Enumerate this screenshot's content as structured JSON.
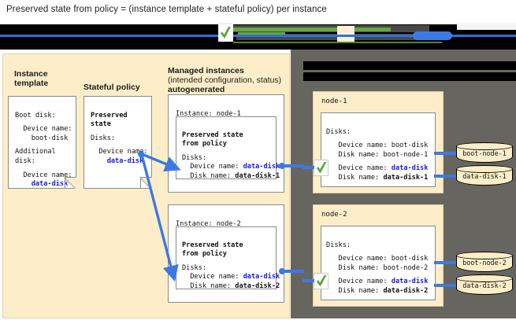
{
  "caption": "Preserved state from policy = (instance template + stateful policy) per instance",
  "columns": {
    "instance_template": {
      "line1": "Instance",
      "line2": "template"
    },
    "stateful_policy": {
      "line1": "Stateful policy"
    },
    "managed_instances": {
      "line1": "Managed instances",
      "line2": "(intended configuration, status)",
      "line3": "autogenerated"
    }
  },
  "instance_template_doc": {
    "l1": "Boot disk:",
    "l2": "  Device name:",
    "l3": "    boot-disk",
    "l4": "Additional",
    "l5": "disk:",
    "l6": "  Device name:",
    "l7": "    data-disk"
  },
  "stateful_policy_doc": {
    "l1": "Preserved",
    "l2": "state",
    "l3": "Disks:",
    "l4": "  Device name:",
    "l5": "    data-disk"
  },
  "managed_instances": [
    {
      "instance_label": "Instance: node-1",
      "preserved_title_1": "Preserved state",
      "preserved_title_2": "from policy",
      "disks_label": "Disks:",
      "device_name_label": "  Device name: ",
      "device_name_value": "data-disk",
      "disk_name_label": "  Disk name: ",
      "disk_name_value": "data-disk-1"
    },
    {
      "instance_label": "Instance: node-2",
      "preserved_title_1": "Preserved state",
      "preserved_title_2": "from policy",
      "disks_label": "Disks:",
      "device_name_label": "  Device name: ",
      "device_name_value": "data-disk",
      "disk_name_label": "  Disk name: ",
      "disk_name_value": "data-disk-2"
    }
  ],
  "nodes": [
    {
      "title": "node-1",
      "disks_label": "Disks:",
      "boot_device_label": "   Device name: boot-disk",
      "boot_disk_label": "   Disk name: boot-node-1",
      "data_device_label": "   Device name: ",
      "data_device_value": "data-disk",
      "data_disk_label": "   Disk name: ",
      "data_disk_value": "data-disk-1",
      "disks": [
        {
          "name": "boot-node-1"
        },
        {
          "name": "data-disk-1"
        }
      ]
    },
    {
      "title": "node-2",
      "disks_label": "Disks:",
      "boot_device_label": "   Device name: boot-disk",
      "boot_disk_label": "   Disk name: boot-node-2",
      "data_device_label": "   Device name: ",
      "data_device_value": "data-disk",
      "data_disk_label": "   Disk name: ",
      "data_disk_value": "data-disk-2",
      "disks": [
        {
          "name": "boot-node-2"
        },
        {
          "name": "data-disk-2"
        }
      ]
    }
  ],
  "colors": {
    "panel_cream": "#fdeec9",
    "panel_gray": "#67655f",
    "accent_blue": "#3b7ae4",
    "mono_blue": "#1a1ae0",
    "check_green": "#55a630",
    "redaction_black": "#000000"
  },
  "icons": {
    "check": "green-check-icon",
    "disk": "disk-cylinder-icon"
  }
}
